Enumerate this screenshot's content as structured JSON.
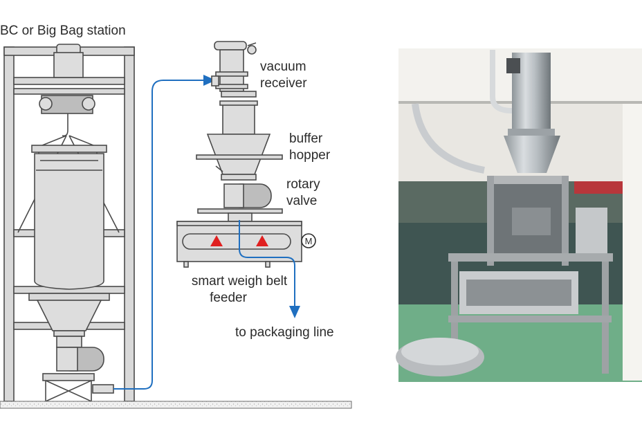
{
  "labels": {
    "station": "BC or Big Bag station",
    "vacuum_1": "vacuum",
    "vacuum_2": "receiver",
    "buffer_1": "buffer",
    "buffer_2": "hopper",
    "rotary_1": "rotary",
    "rotary_2": "valve",
    "feeder_1": "smart weigh belt",
    "feeder_2": "feeder",
    "motor": "M",
    "packaging": "to packaging line"
  },
  "colors": {
    "flow_line": "#1f6fc0",
    "belt_marker": "#e02020"
  },
  "photo": {
    "subject": "installed conveying and weighing machine"
  }
}
